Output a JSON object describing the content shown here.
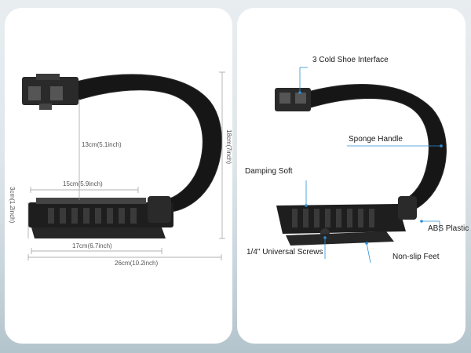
{
  "left_panel": {
    "dimensions": {
      "height_cm": "13cm",
      "height_in": "(5.1inch)",
      "total_height_cm": "18cm",
      "total_height_in": "(7inch)",
      "plate_cm": "15cm",
      "plate_in": "(5.9inch)",
      "side_cm": "3cm",
      "side_in": "(1.2inch)",
      "base_cm": "17cm",
      "base_in": "(6.7inch)",
      "total_width_cm": "26cm",
      "total_width_in": "(10.2inch)"
    }
  },
  "right_panel": {
    "labels": {
      "cold_shoe": "3 Cold Shoe Interface",
      "sponge_handle": "Sponge Handle",
      "damping_soft": "Damping Soft",
      "abs_plastic": "ABS Plastic",
      "universal_screws": "1/4\" Universal Screws",
      "non_slip_feet": "Non-slip Feet"
    },
    "accent_color": "#2a8fd6"
  }
}
